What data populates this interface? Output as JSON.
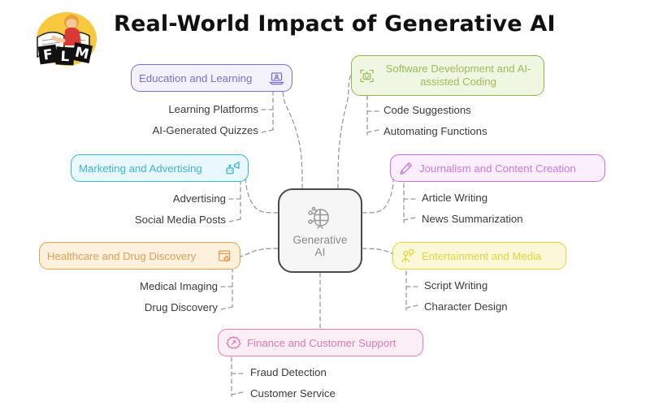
{
  "page": {
    "title": "Real-World Impact of Generative AI",
    "background": "#ffffff"
  },
  "logo": {
    "name": "flm-logo",
    "letters": [
      "F",
      "L",
      "M"
    ],
    "circle_color": "#f7c948"
  },
  "center": {
    "label_line1": "Generative",
    "label_line2": "AI",
    "icon": "ai-brain-circuit-icon",
    "border_color": "#4a4a4a",
    "fill_color": "#f6f6f6",
    "text_color": "#8a8a8a"
  },
  "branches": [
    {
      "id": "education",
      "label": "Education and Learning",
      "icon": "presentation-laptop-icon",
      "icon_side": "right",
      "border_color": "#7c6fd4",
      "fill_color": "#f3f1fc",
      "text_color": "#7c6fd4",
      "children": [
        "Learning Platforms",
        "AI-Generated Quizzes"
      ]
    },
    {
      "id": "software",
      "label": "Software Development and AI-assisted Coding",
      "icon": "robot-scan-icon",
      "icon_side": "left",
      "border_color": "#8db84e",
      "fill_color": "#eff6e1",
      "text_color": "#9cbc5a",
      "children": [
        "Code Suggestions",
        "Automating Functions"
      ]
    },
    {
      "id": "marketing",
      "label": "Marketing and Advertising",
      "icon": "robot-megaphone-icon",
      "icon_side": "right",
      "border_color": "#35b8d8",
      "fill_color": "#e8f8fc",
      "text_color": "#3cb6d4",
      "children": [
        "Advertising",
        "Social Media Posts"
      ]
    },
    {
      "id": "journalism",
      "label": "Journalism and Content Creation",
      "icon": "pencil-icon",
      "icon_side": "left",
      "border_color": "#c96fe0",
      "fill_color": "#fbeffd",
      "text_color": "#cc78e0",
      "children": [
        "Article Writing",
        "News Summarization"
      ]
    },
    {
      "id": "healthcare",
      "label": "Healthcare and Drug Discovery",
      "icon": "medical-window-plus-icon",
      "icon_side": "right",
      "border_color": "#e8a24e",
      "fill_color": "#fdf0dd",
      "text_color": "#e0a05a",
      "children": [
        "Medical Imaging",
        "Drug Discovery"
      ]
    },
    {
      "id": "entertainment",
      "label": "Entertainment and Media",
      "icon": "performer-mask-icon",
      "icon_side": "left",
      "border_color": "#e3d53c",
      "fill_color": "#fbf8d8",
      "text_color": "#e2d53f",
      "children": [
        "Script Writing",
        "Character Design"
      ]
    },
    {
      "id": "finance",
      "label": "Finance and Customer Support",
      "icon": "gear-settings-icon",
      "icon_side": "left",
      "border_color": "#e87cb4",
      "fill_color": "#fceef5",
      "text_color": "#e07bb0",
      "children": [
        "Fraud Detection",
        "Customer Service"
      ]
    }
  ],
  "connector": {
    "color": "#9a9a9a",
    "style": "dashed"
  }
}
